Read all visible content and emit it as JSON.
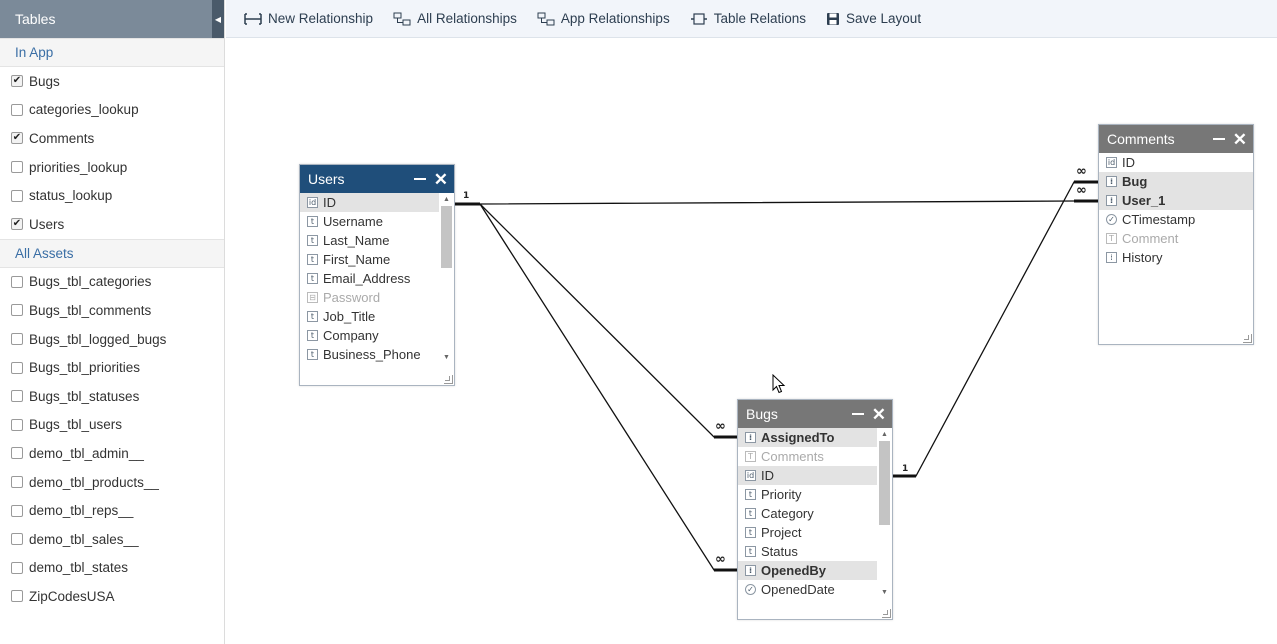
{
  "sidebar": {
    "title": "Tables",
    "collapse_icon": "chevron-left-icon",
    "in_app": {
      "label": "In App",
      "items": [
        {
          "name": "Bugs",
          "checked": true
        },
        {
          "name": "categories_lookup",
          "checked": false
        },
        {
          "name": "Comments",
          "checked": true
        },
        {
          "name": "priorities_lookup",
          "checked": false
        },
        {
          "name": "status_lookup",
          "checked": false
        },
        {
          "name": "Users",
          "checked": true
        }
      ]
    },
    "all_assets": {
      "label": "All Assets",
      "items": [
        {
          "name": "Bugs_tbl_categories",
          "checked": false
        },
        {
          "name": "Bugs_tbl_comments",
          "checked": false
        },
        {
          "name": "Bugs_tbl_logged_bugs",
          "checked": false
        },
        {
          "name": "Bugs_tbl_priorities",
          "checked": false
        },
        {
          "name": "Bugs_tbl_statuses",
          "checked": false
        },
        {
          "name": "Bugs_tbl_users",
          "checked": false
        },
        {
          "name": "demo_tbl_admin__",
          "checked": false
        },
        {
          "name": "demo_tbl_products__",
          "checked": false
        },
        {
          "name": "demo_tbl_reps__",
          "checked": false
        },
        {
          "name": "demo_tbl_sales__",
          "checked": false
        },
        {
          "name": "demo_tbl_states",
          "checked": false
        },
        {
          "name": "ZipCodesUSA",
          "checked": false
        }
      ]
    }
  },
  "toolbar": {
    "new_relationship": "New Relationship",
    "all_relationships": "All Relationships",
    "app_relationships": "App Relationships",
    "table_relations": "Table Relations",
    "save_layout": "Save Layout"
  },
  "tables": {
    "users": {
      "title": "Users",
      "fields": [
        {
          "name": "ID",
          "type": "id",
          "selected": true
        },
        {
          "name": "Username",
          "type": "text"
        },
        {
          "name": "Last_Name",
          "type": "text"
        },
        {
          "name": "First_Name",
          "type": "text"
        },
        {
          "name": "Email_Address",
          "type": "text"
        },
        {
          "name": "Password",
          "type": "password",
          "muted": true
        },
        {
          "name": "Job_Title",
          "type": "text"
        },
        {
          "name": "Company",
          "type": "text"
        },
        {
          "name": "Business_Phone",
          "type": "text"
        }
      ]
    },
    "comments": {
      "title": "Comments",
      "fields": [
        {
          "name": "ID",
          "type": "id"
        },
        {
          "name": "Bug",
          "type": "ref",
          "selected": true,
          "bold": true
        },
        {
          "name": "User_1",
          "type": "ref",
          "selected": true,
          "bold": true
        },
        {
          "name": "CTimestamp",
          "type": "datetime"
        },
        {
          "name": "Comment",
          "type": "longtext",
          "muted": true
        },
        {
          "name": "History",
          "type": "ref"
        }
      ]
    },
    "bugs": {
      "title": "Bugs",
      "fields": [
        {
          "name": "AssignedTo",
          "type": "ref",
          "selected": true,
          "bold": true
        },
        {
          "name": "Comments",
          "type": "longtext",
          "muted": true
        },
        {
          "name": "ID",
          "type": "id",
          "selected": true
        },
        {
          "name": "Priority",
          "type": "text"
        },
        {
          "name": "Category",
          "type": "text"
        },
        {
          "name": "Project",
          "type": "text"
        },
        {
          "name": "Status",
          "type": "text"
        },
        {
          "name": "OpenedBy",
          "type": "ref",
          "selected": true,
          "bold": true
        },
        {
          "name": "OpenedDate",
          "type": "datetime"
        }
      ]
    }
  },
  "relations": {
    "one_label": "1",
    "many_label": "∞"
  },
  "colors": {
    "sidebar_header": "#7b8a99",
    "section_text": "#3a6ea5",
    "users_title": "#1f4e7a",
    "inactive_title": "#777777",
    "toolbar_bg": "#f2f5fa"
  }
}
